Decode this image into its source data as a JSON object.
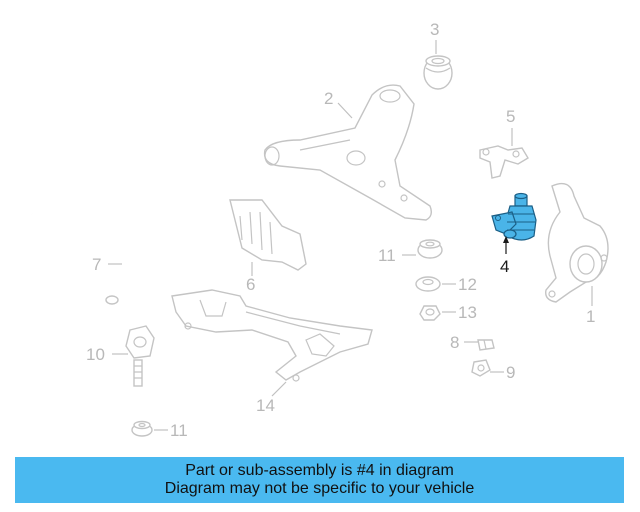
{
  "callouts": {
    "c1": "1",
    "c2": "2",
    "c3": "3",
    "c4": "4",
    "c5": "5",
    "c6": "6",
    "c7": "7",
    "c8": "8",
    "c9": "9",
    "c10": "10",
    "c11a": "11",
    "c11b": "11",
    "c12": "12",
    "c13": "13",
    "c14": "14"
  },
  "banner": {
    "line1": "Part or sub-assembly is #4 in diagram",
    "line2": "Diagram may not be specific to your vehicle"
  },
  "colors": {
    "highlight": "#4ab4e8",
    "banner": "#4ab9f0",
    "faded_parts": "#c4c4c4"
  }
}
